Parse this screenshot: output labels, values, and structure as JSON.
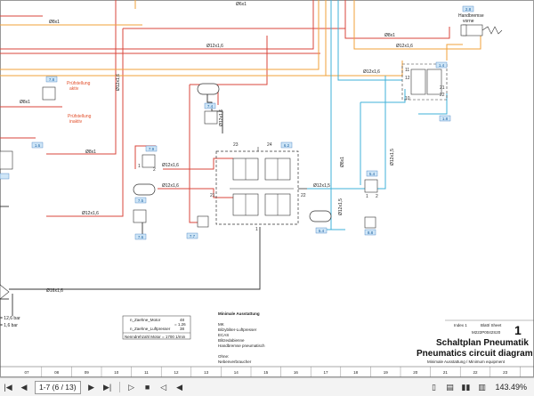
{
  "title": {
    "index_label": "Index 1",
    "sheet_label": "Blatt/ Sheet",
    "sheet_number": "1",
    "doc_number": "M222P0042S20",
    "title_de": "Schaltplan Pneumatik",
    "title_en": "Pneumatics circuit diagram",
    "subtitle": "Minimale Ausstattung / Minimum equipment"
  },
  "labels": {
    "handbrake": "Handbremse",
    "handbrake2": "vorne",
    "pruefstellung_aktiv": "Prüfstellung",
    "pruefstellung_aktiv2": "aktiv",
    "pruefstellung_inaktiv": "Prüfstellung",
    "pruefstellung_inaktiv2": "inaktiv",
    "pressure1": "= 12,6 bar",
    "pressure2": "= 1,6 bar"
  },
  "pipes": {
    "p_top": "Ø6x1",
    "p_a": "Ø8x1",
    "p_b": "Ø12x1,6",
    "p_c": "Ø8x1",
    "p_d": "Ø12x1,6",
    "p_e": "Ø12x1,6",
    "p_f": "Ø8x1",
    "p_g": "Ø12x1,6",
    "p_h": "Ø12x1,6",
    "p_i": "Ø12x1,6",
    "p_j": "Ø8x1",
    "p_k": "Ø12x1,6",
    "p_l": "Ø8x1",
    "p_m": "Ø12x1,5",
    "p_n": "Ø16x1,6",
    "p_o": "Ø12x1,5",
    "p_p": "Ø12x1,5",
    "p_q": "Ø12x1,6"
  },
  "tags": {
    "t1": "7.8",
    "t2": "1.6",
    "t3": "7.4",
    "t4": "7.9",
    "t5": "6.2",
    "t6": "7.5",
    "t7": "7.6",
    "t8": "7.7",
    "t9": "5.4",
    "t10": "8.8",
    "t11": "5.4",
    "t12": "1.4",
    "t13": "1.8",
    "t14": "2.8"
  },
  "ports": {
    "n21": "21",
    "n22": "22",
    "n23": "23",
    "n24": "24",
    "n1": "1",
    "n11": "11",
    "n12": "12",
    "n21b": "21",
    "n22b": "22",
    "n10": "10",
    "n1b": "1",
    "n2": "2",
    "n1c": "1",
    "n2c": "2"
  },
  "motor_box": {
    "row1_label": "n_Zaehne_Motor",
    "row1_value": "48",
    "row2_value": "= 1,26",
    "row3_label": "n_Zaehne_Luftpresser",
    "row3_value": "38",
    "speed": "Nenndrehzahl Motor = 1700 1/min"
  },
  "equipment": {
    "heading": "Minimale Ausstattung",
    "items": [
      "MK",
      "Bilzybliter-Luftpresser",
      "ECAS",
      "Blitzedabienne",
      "Handbremse pneumatisch"
    ],
    "footer1": "Ohne:",
    "footer2": "Nebenverbraucher"
  },
  "grid": [
    "07",
    "08",
    "09",
    "10",
    "11",
    "12",
    "13",
    "14",
    "15",
    "16",
    "17",
    "18",
    "19",
    "20",
    "21",
    "22",
    "23"
  ],
  "statusbar": {
    "page_field": "1-7 (6 / 13)",
    "zoom": "143.49%"
  },
  "colors": {
    "red": "#d9463b",
    "orange": "#f2a23a",
    "cyan": "#3fb0d8",
    "tag_fill": "#cfe6f7",
    "tag_stroke": "#3a7cc0"
  }
}
